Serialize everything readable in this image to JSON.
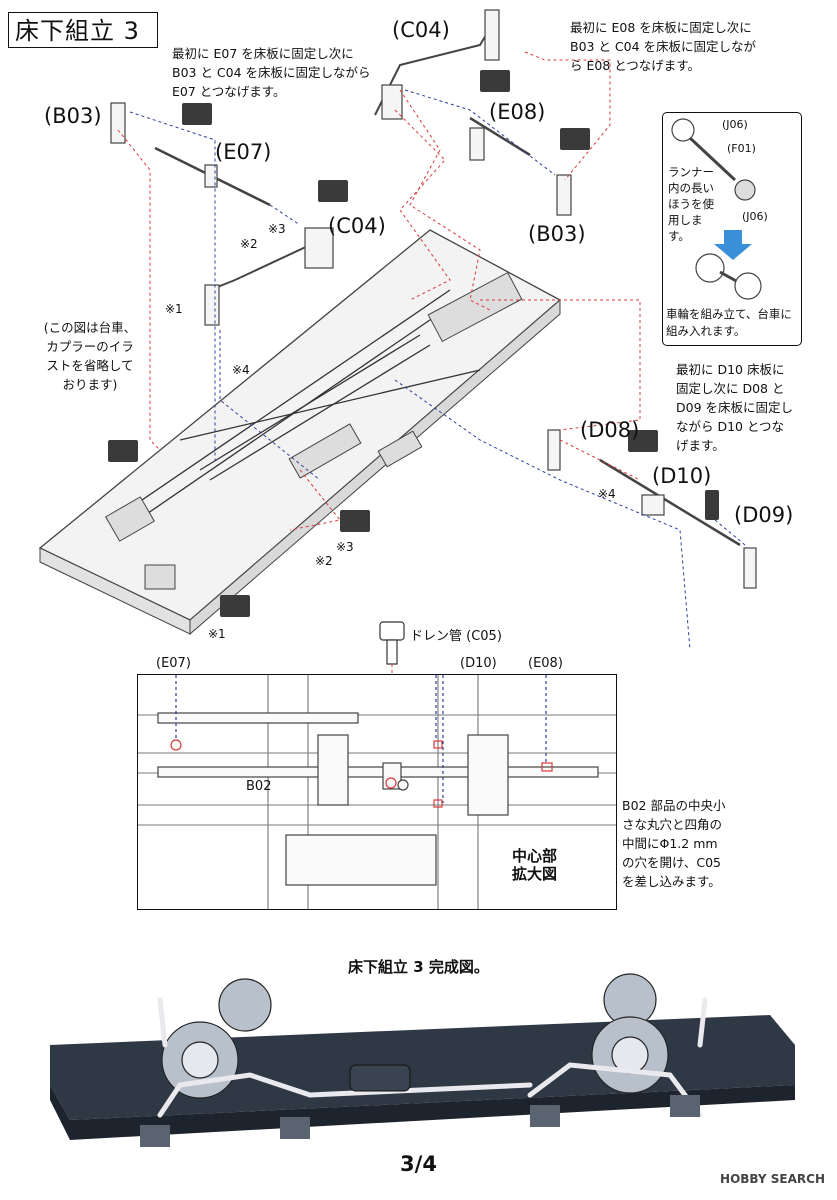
{
  "title": "床下組立 3",
  "notes": {
    "top_left": "最初に E07 を床板に固定し次に B03 と C04 を床板に固定しながら E07 とつなげます。",
    "top_right": "最初に E08 を床板に固定し次に B03 と C04 を床板に固定しながら E08 とつなげます。",
    "left_omit": "(この図は台車、カプラーのイラストを省略しております)",
    "right_d": "最初に D10 床板に固定し次に D08 と D09 を床板に固定しながら D10 とつなげます。",
    "wheel_runner": "ランナー内の長いほうを使用します。",
    "wheel_assemble": "車輪を組み立て、台車に組み入れます。",
    "b02_hole": "B02 部品の中央小さな丸穴と四角の中間にΦ1.2 mmの穴を開け、C05 を差し込みます。"
  },
  "parts": {
    "b03_left": "(B03)",
    "e07": "(E07)",
    "c04_top": "(C04)",
    "e08": "(E08)",
    "b03_right": "(B03)",
    "c04_mid": "(C04)",
    "d08": "(D08)",
    "d10": "(D10)",
    "d09": "(D09)",
    "j06_a": "(J06)",
    "f01": "(F01)",
    "j06_b": "(J06)",
    "c05": "ドレン管 (C05)",
    "e07_detail": "(E07)",
    "d10_detail": "(D10)",
    "e08_detail": "(E08)",
    "b02": "B02"
  },
  "marks": {
    "m1a": "※1",
    "m1b": "※1",
    "m2a": "※2",
    "m2b": "※2",
    "m3a": "※3",
    "m3b": "※3",
    "m4a": "※4",
    "m4b": "※4"
  },
  "detail_caption": "中心部\n拡大図",
  "completed_caption": "床下組立 3 完成図。",
  "page_number": "3/4",
  "brand": "HOBBY SEARCH",
  "colors": {
    "red_guide": "#d83a3a",
    "blue_guide": "#2b3d9c",
    "arrow_blue": "#3a8fd9"
  }
}
